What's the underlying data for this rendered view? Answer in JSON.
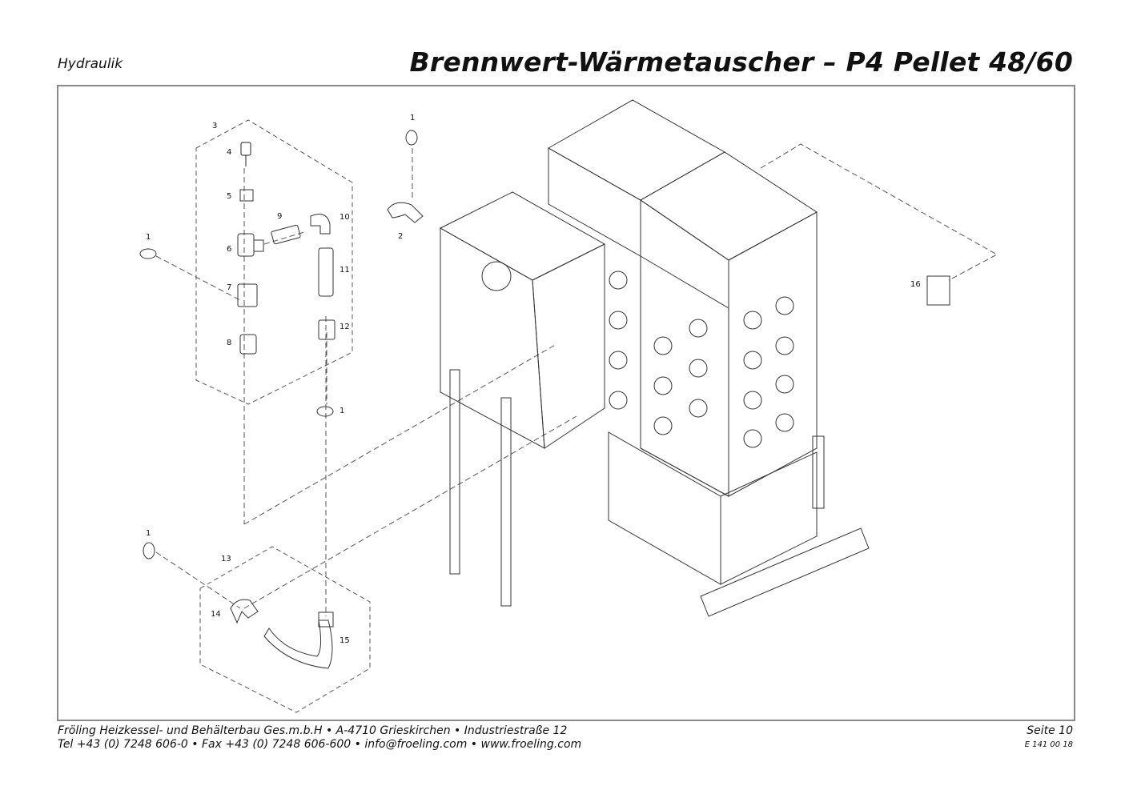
{
  "header": {
    "section": "Hydraulik",
    "title": "Brennwert-Wärmetauscher – P4 Pellet 48/60"
  },
  "diagram": {
    "part_labels": [
      "1",
      "1",
      "1",
      "1",
      "2",
      "3",
      "4",
      "5",
      "6",
      "7",
      "8",
      "9",
      "10",
      "11",
      "12",
      "13",
      "14",
      "15",
      "16"
    ]
  },
  "footer": {
    "line1": "Fröling Heizkessel- und Behälterbau Ges.m.b.H   •  A-4710 Grieskirchen   •  Industriestraße 12",
    "line2": "Tel +43 (0) 7248 606-0   •  Fax +43 (0) 7248 606-600   •  info@froeling.com   •  www.froeling.com",
    "page": "Seite 10",
    "doc_code": "E 141 00 18"
  }
}
